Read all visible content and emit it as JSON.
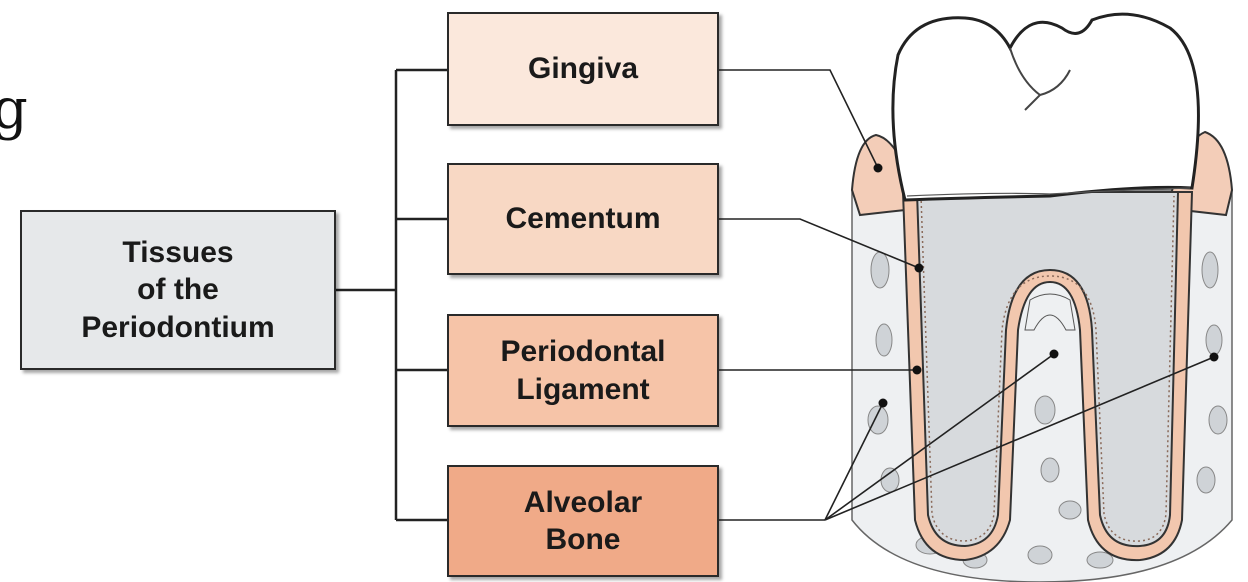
{
  "partial_text": "g",
  "root": {
    "label": "Tissues\nof the\nPeriodontium"
  },
  "tissues": [
    {
      "label": "Gingiva"
    },
    {
      "label": "Cementum"
    },
    {
      "label": "Periodontal\nLigament"
    },
    {
      "label": "Alveolar\nBone"
    }
  ],
  "colors": {
    "root_fill": "#e6e8ea",
    "gingiva_fill": "#fbe8dc",
    "cementum_fill": "#f8d8c4",
    "ligament_fill": "#f6c4a8",
    "bone_fill": "#f0aa88",
    "enamel": "#ffffff",
    "dentin": "#d7dadd",
    "gum_tissue": "#f3cdb8"
  }
}
